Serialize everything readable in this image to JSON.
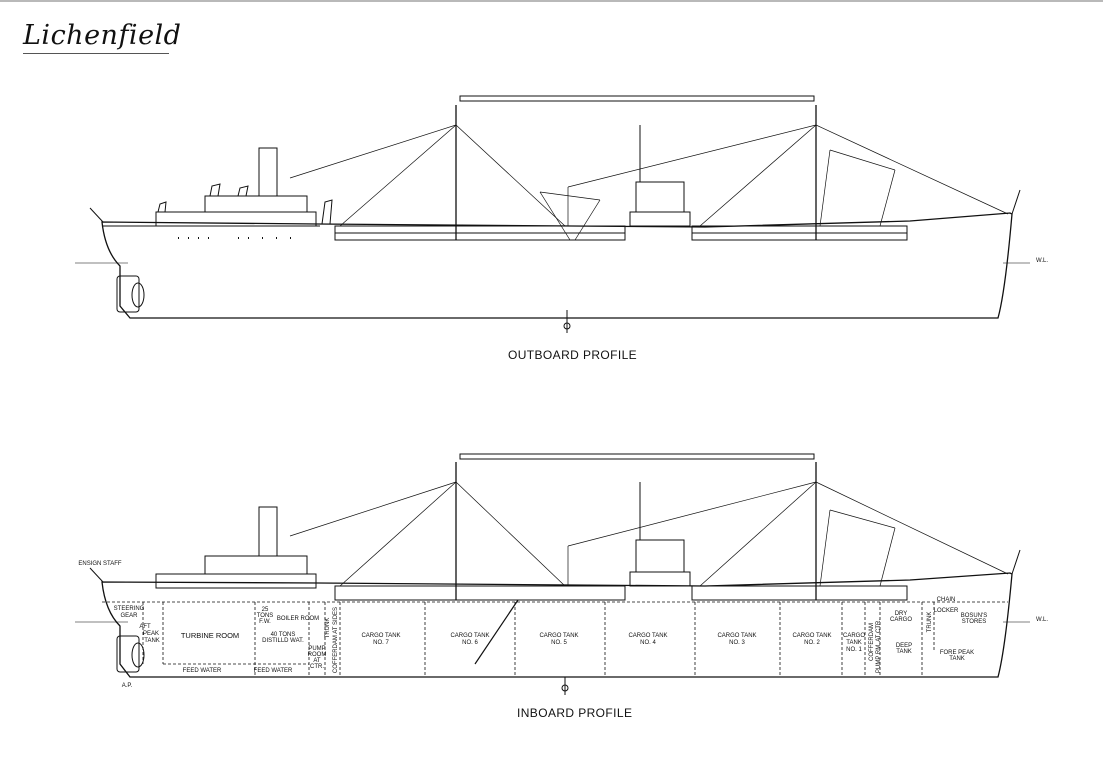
{
  "title": "Lichenfield",
  "outboard": {
    "caption": "OUTBOARD PROFILE",
    "waterline_label": "W.L."
  },
  "inboard": {
    "caption": "INBOARD PROFILE",
    "waterline_label": "W.L.",
    "ensign_staff": "ENSIGN STAFF",
    "aft_perpendicular": "A.P.",
    "compartments": {
      "steering_gear_1": "STEERING",
      "steering_gear_2": "GEAR",
      "aft_peak_1": "AFT",
      "aft_peak_2": "PEAK",
      "aft_peak_3": "TANK",
      "turbine_room": "TURBINE ROOM",
      "tons_fw_1": "25",
      "tons_fw_2": "TONS",
      "tons_fw_3": "F.W.",
      "boiler_room": "BOILER ROOM",
      "distilled_1": "40 TONS",
      "distilled_2": "DISTILLD WAT.",
      "pump_room_1": "PUMP",
      "pump_room_2": "ROOM",
      "pump_room_3": "AT",
      "pump_room_4": "CTR.",
      "trunk": "TRUNK",
      "cofferdam_aft": "COFFERDAM AT SIDES",
      "feed_water_1": "FEED WATER",
      "feed_water_2": "FEED WATER",
      "tank7_1": "CARGO TANK",
      "tank7_2": "NO. 7",
      "tank6_1": "CARGO TANK",
      "tank6_2": "NO. 6",
      "tank5_1": "CARGO TANK",
      "tank5_2": "NO. 5",
      "tank4_1": "CARGO TANK",
      "tank4_2": "NO. 4",
      "tank3_1": "CARGO TANK",
      "tank3_2": "NO. 3",
      "tank2_1": "CARGO TANK",
      "tank2_2": "NO. 2",
      "tank1_1": "CARGO",
      "tank1_2": "TANK",
      "tank1_3": "NO. 1",
      "cofferdam_fwd": "COFFERDAM",
      "pump_rm_ctr": "PUMP RM. AT CTR.",
      "dry_cargo_1": "DRY",
      "dry_cargo_2": "CARGO",
      "deep_tank_1": "DEEP",
      "deep_tank_2": "TANK",
      "trunk_fwd": "TRUNK",
      "locker": "LOCKER",
      "chain": "CHAIN",
      "bosuns_1": "BOSUN'S",
      "bosuns_2": "STORES",
      "fore_peak_1": "FORE PEAK",
      "fore_peak_2": "TANK"
    }
  },
  "colors": {
    "ink": "#111111",
    "water": "#9a9a9a",
    "paper": "#ffffff"
  }
}
